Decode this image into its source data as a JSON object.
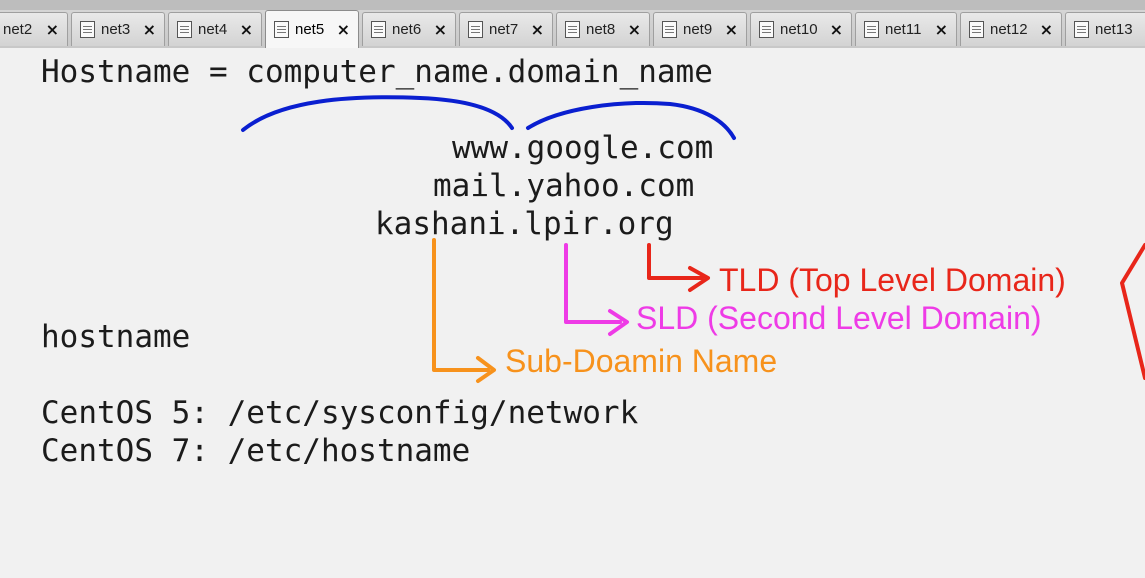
{
  "tabs": [
    {
      "label": "net2",
      "active": false
    },
    {
      "label": "net3",
      "active": false
    },
    {
      "label": "net4",
      "active": false
    },
    {
      "label": "net5",
      "active": true
    },
    {
      "label": "net6",
      "active": false
    },
    {
      "label": "net7",
      "active": false
    },
    {
      "label": "net8",
      "active": false
    },
    {
      "label": "net9",
      "active": false
    },
    {
      "label": "net10",
      "active": false
    },
    {
      "label": "net11",
      "active": false
    },
    {
      "label": "net12",
      "active": false
    },
    {
      "label": "net13",
      "active": false
    }
  ],
  "tab_close_glyph": "×",
  "editor": {
    "line_hostname_def": "Hostname = computer_name.domain_name",
    "example_1": "www.google.com",
    "example_2": "mail.yahoo.com",
    "example_3": "kashani.lpir.org",
    "hostname_cmd": "hostname",
    "centos5": "CentOS 5: /etc/sysconfig/network",
    "centos7": "CentOS 7: /etc/hostname"
  },
  "annotations": {
    "tld": "TLD (Top Level Domain)",
    "sld": "SLD (Second Level Domain)",
    "subdomain": "Sub-Doamin Name"
  },
  "colors": {
    "brace": "#0a1fd0",
    "tld": "#e8261a",
    "sld": "#ee3be6",
    "subdomain": "#f7921c"
  }
}
